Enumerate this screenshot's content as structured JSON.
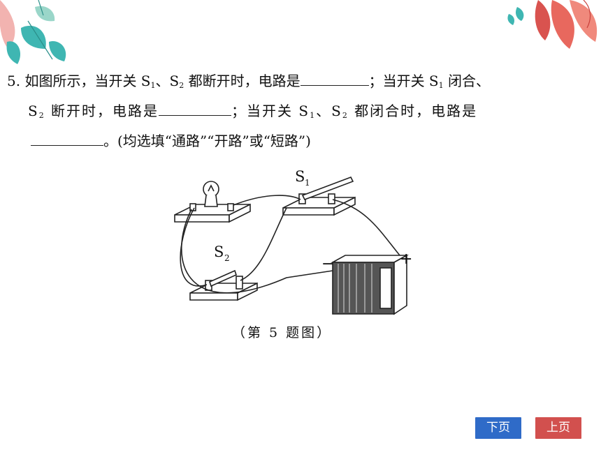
{
  "question": {
    "number": "5.",
    "line1_a": "如图所示，当开关 S",
    "sub1": "1",
    "line1_b": "、S",
    "sub2": "2",
    "line1_c": " 都断开时，电路是",
    "line1_d": "；当开关 S",
    "sub3": "1",
    "line1_e": " 闭合、",
    "line2_a": "S",
    "sub4": "2",
    "line2_b": " 断开时，电路是",
    "line2_c": "；当开关 S",
    "sub5": "1",
    "line2_d": "、S",
    "sub6": "2",
    "line2_e": " 都闭合时，电路是",
    "line3_a": "。(均选填“通路”“开路”或“短路”)"
  },
  "figure": {
    "switch1_label": "S",
    "switch1_sub": "1",
    "switch2_label": "S",
    "switch2_sub": "2",
    "battery_minus": "−",
    "battery_plus": "+",
    "caption": "（第 5 题图）"
  },
  "nav": {
    "next_label": "下页",
    "prev_label": "上页"
  },
  "colors": {
    "next_button": "#2f6bc8",
    "prev_button": "#d2504e",
    "deco_teal": "#3fb6b2",
    "deco_red": "#e8685e"
  }
}
